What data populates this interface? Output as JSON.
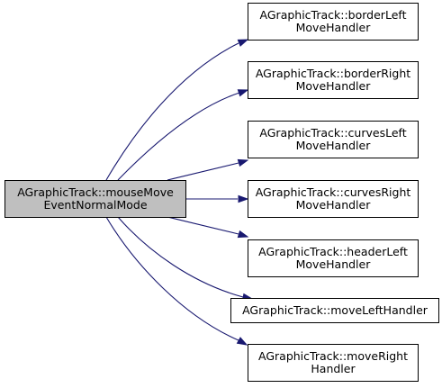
{
  "graph": {
    "root": {
      "id": "root",
      "lines": [
        "AGraphicTrack::mouseMove",
        "EventNormalMode"
      ],
      "fill": "#bfbfbf"
    },
    "callees": [
      {
        "id": "borderLeft",
        "lines": [
          "AGraphicTrack::borderLeft",
          "MoveHandler"
        ]
      },
      {
        "id": "borderRight",
        "lines": [
          "AGraphicTrack::borderRight",
          "MoveHandler"
        ]
      },
      {
        "id": "curvesLeft",
        "lines": [
          "AGraphicTrack::curvesLeft",
          "MoveHandler"
        ]
      },
      {
        "id": "curvesRight",
        "lines": [
          "AGraphicTrack::curvesRight",
          "MoveHandler"
        ]
      },
      {
        "id": "headerLeft",
        "lines": [
          "AGraphicTrack::headerLeft",
          "MoveHandler"
        ]
      },
      {
        "id": "moveLeft",
        "lines": [
          "AGraphicTrack::moveLeftHandler"
        ]
      },
      {
        "id": "moveRight",
        "lines": [
          "AGraphicTrack::moveRight",
          "Handler"
        ]
      }
    ],
    "colors": {
      "node_fill": "#ffffff",
      "node_border": "#000000",
      "edge": "#191970"
    }
  }
}
